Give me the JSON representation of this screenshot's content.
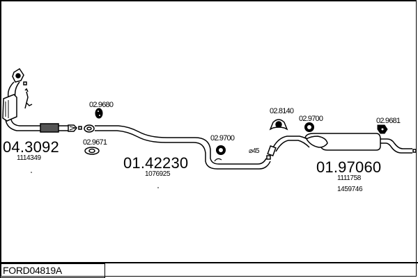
{
  "diagram_code": "FORD04819A",
  "sections": [
    {
      "part_number": "04.3092",
      "references": [
        "1114349"
      ]
    },
    {
      "part_number": "01.42230",
      "references": [
        "1076925"
      ]
    },
    {
      "part_number": "01.97060",
      "references": [
        "1111758",
        "1459746"
      ]
    }
  ],
  "accessories": [
    {
      "part_number": "02.9680",
      "icon": "rubber-hanger-icon"
    },
    {
      "part_number": "02.9671",
      "icon": "flange-gasket-icon"
    },
    {
      "part_number": "02.9700",
      "icon": "rubber-ring-icon"
    },
    {
      "part_number": "02.8140",
      "icon": "mounting-bracket-icon"
    },
    {
      "part_number": "02.9700",
      "icon": "rubber-ring-icon"
    },
    {
      "part_number": "02.9681",
      "icon": "rubber-hanger-icon"
    }
  ],
  "pipe_diameter_label": "⌀45"
}
